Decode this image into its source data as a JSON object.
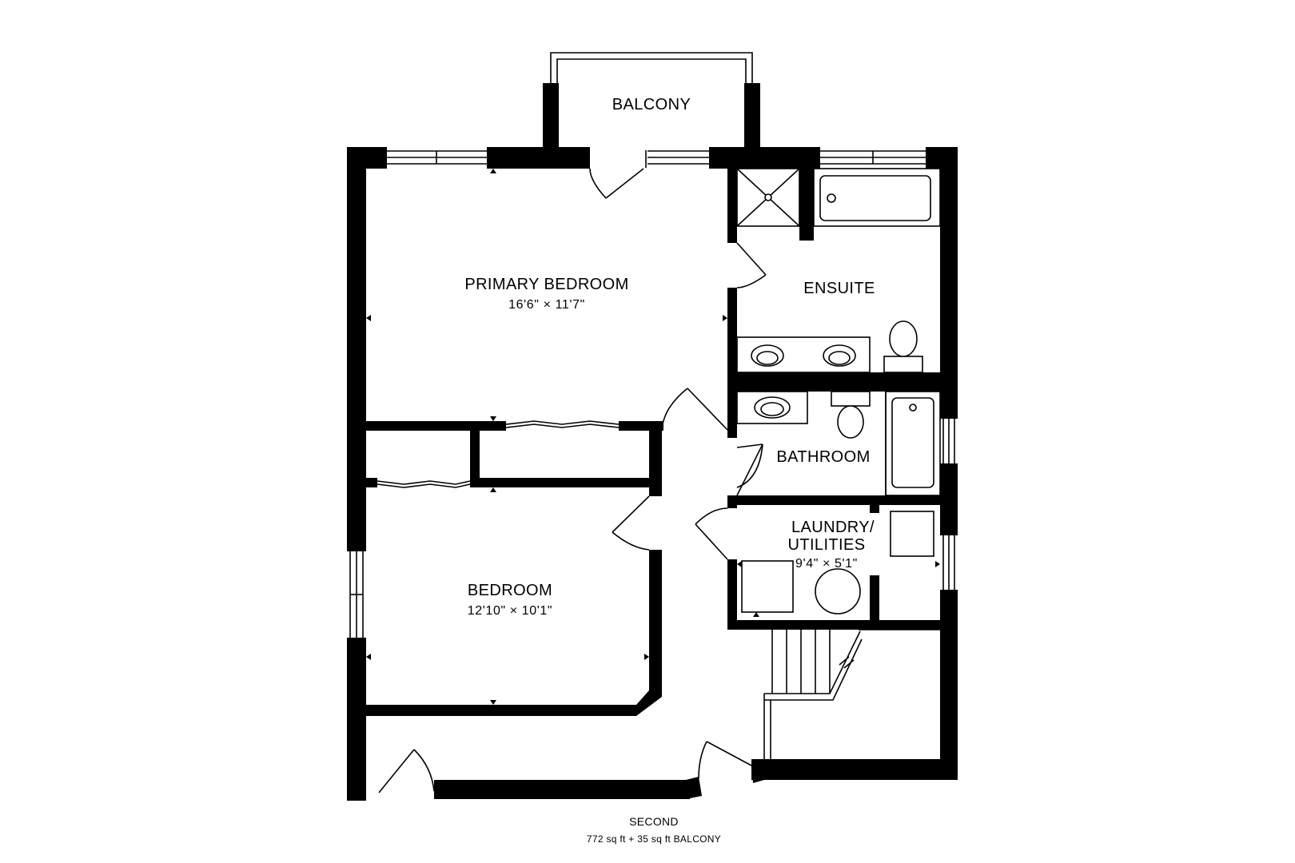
{
  "rooms": {
    "balcony": {
      "name": "BALCONY"
    },
    "primary": {
      "name": "PRIMARY BEDROOM",
      "dims": "16'6\" × 11'7\""
    },
    "ensuite": {
      "name": "ENSUITE"
    },
    "bathroom": {
      "name": "BATHROOM"
    },
    "laundry": {
      "name_line1": "LAUNDRY/",
      "name_line2": "UTILITIES",
      "dims": "9'4\" × 5'1\""
    },
    "bedroom": {
      "name": "BEDROOM",
      "dims": "12'10\" × 10'1\""
    }
  },
  "floor": {
    "name": "SECOND",
    "area": "772 sq ft + 35 sq ft BALCONY"
  }
}
